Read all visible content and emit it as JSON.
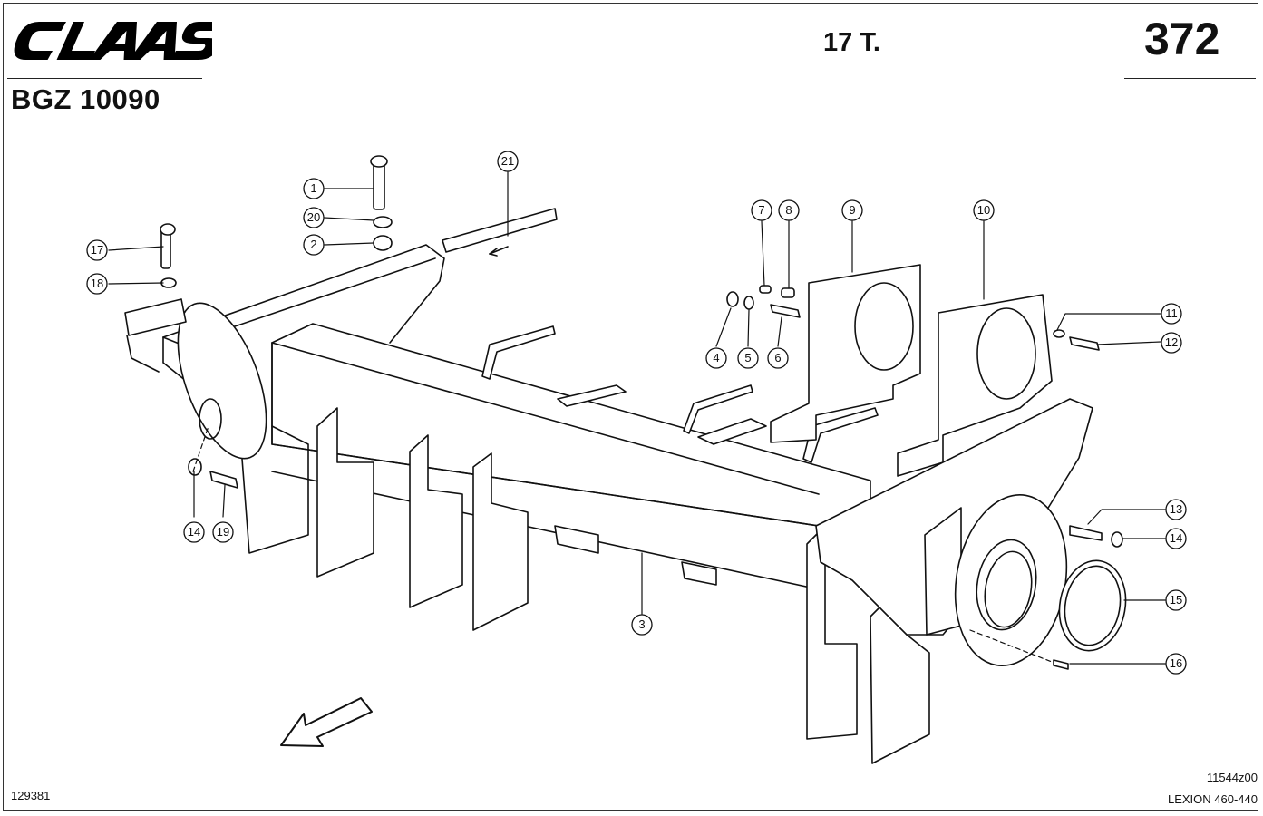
{
  "header": {
    "brand": "CLAAS",
    "document_code": "BGZ 10090",
    "weight_label": "17 T.",
    "page_number": "372"
  },
  "footer": {
    "drawing_id": "129381",
    "reference": "11544z00",
    "model": "LEXION 460-440"
  },
  "callouts": [
    "1",
    "2",
    "3",
    "4",
    "5",
    "6",
    "7",
    "8",
    "9",
    "10",
    "11",
    "12",
    "13",
    "14",
    "14",
    "15",
    "16",
    "17",
    "18",
    "19",
    "20",
    "21"
  ],
  "colors": {
    "ink": "#111111",
    "paper": "#ffffff"
  }
}
